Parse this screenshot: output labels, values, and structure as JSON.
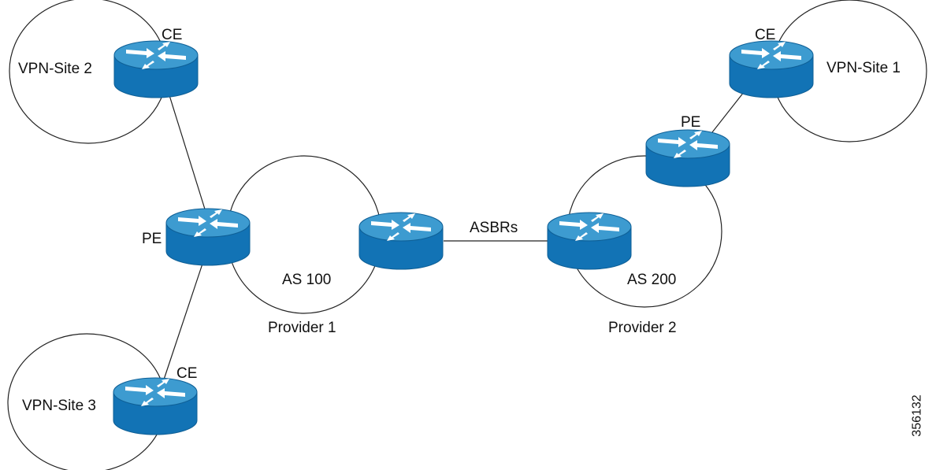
{
  "colors": {
    "router_top": "#3d9bd0",
    "router_side": "#1273b5",
    "router_outline": "#0e5f96",
    "arrow": "#ffffff",
    "line": "#222222"
  },
  "icons": {
    "router": "router-icon"
  },
  "labels": {
    "ce_site2": "CE",
    "ce_site1": "CE",
    "ce_site3": "CE",
    "pe_left": "PE",
    "pe_right": "PE",
    "vpn_site2": "VPN-Site 2",
    "vpn_site1": "VPN-Site 1",
    "vpn_site3": "VPN-Site 3",
    "as100": "AS 100",
    "as200": "AS 200",
    "provider1": "Provider 1",
    "provider2": "Provider 2",
    "asbrs": "ASBRs",
    "figure_id": "356132"
  }
}
